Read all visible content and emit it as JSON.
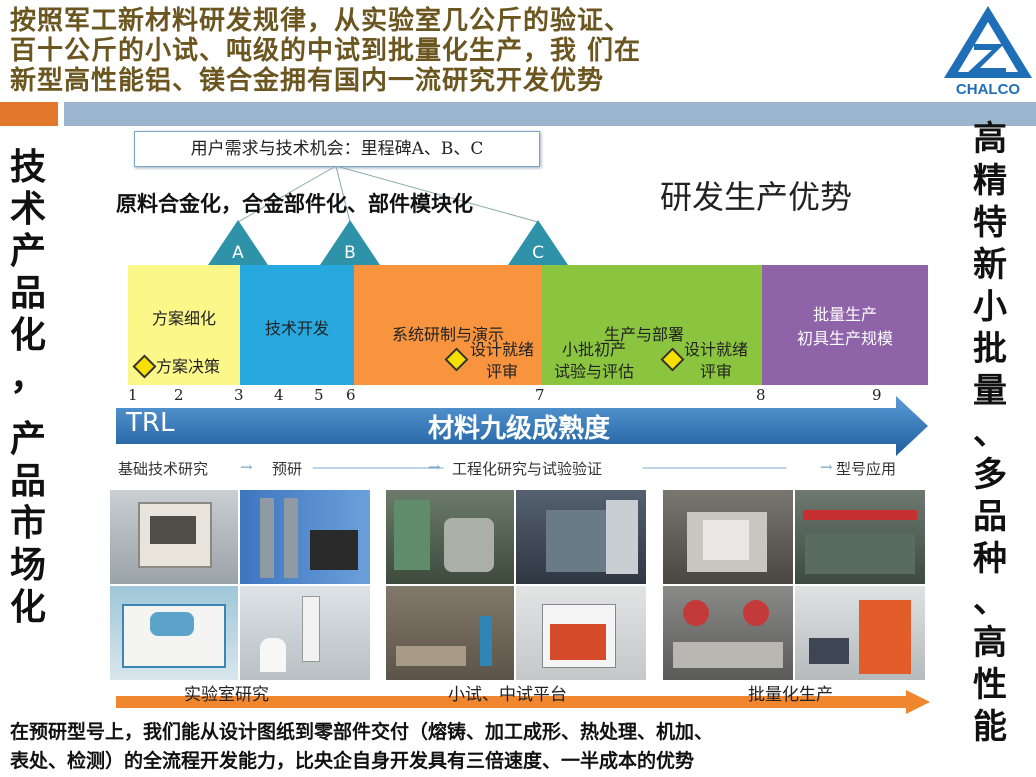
{
  "header": {
    "line1": "按照军工新材料研发规律，从实验室几公斤的验证、",
    "line2": "百十公斤的小试、吨级的中试到批量化生产，我 们在",
    "line3": "新型高性能铝、镁合金拥有国内一流研究开发优势",
    "logo_text": "CHALCO"
  },
  "left_column": [
    "技",
    "术",
    "产",
    "品",
    "化",
    "，",
    "产",
    "品",
    "市",
    "场",
    "化"
  ],
  "right_column": [
    "高",
    "精",
    "特",
    "新",
    "小",
    "批",
    "量",
    "、",
    "多",
    "品",
    "种",
    "、",
    "高",
    "性",
    "能"
  ],
  "milestone_box": "用户需求与技术机会：里程碑A、B、C",
  "subtitle": "原料合金化，合金部件化、部件模块化",
  "advantage_title": "研发生产优势",
  "milestones": [
    "A",
    "B",
    "C"
  ],
  "stages": [
    {
      "title": "方案细化",
      "review": "方案决策"
    },
    {
      "title": "技术开发"
    },
    {
      "title": "系统研制与演示",
      "review_line1": "设计就绪",
      "review_line2": "评审"
    },
    {
      "title": "生产与部署",
      "sub_line1": "小批初产",
      "sub_line2": "试验与评估",
      "review_line1": "设计就绪",
      "review_line2": "评审"
    },
    {
      "title_line1": "批量生产",
      "title_line2": "初具生产规模"
    }
  ],
  "trl_numbers": [
    "1",
    "2",
    "3",
    "4",
    "5",
    "6",
    "7",
    "8",
    "9"
  ],
  "trl": {
    "label": "TRL",
    "title": "材料九级成熟度"
  },
  "phases": [
    "基础技术研究",
    "预研",
    "工程化研究与试验验证",
    "型号应用"
  ],
  "phase_arrows": [
    "→",
    "→",
    "→"
  ],
  "photo_groups": [
    "实验室研究",
    "小试、中试平台",
    "批量化生产"
  ],
  "footer": {
    "line1": "在预研型号上，我们能从设计图纸到零部件交付（熔铸、加工成形、热处理、机加、",
    "line2": "表处、检测）的全流程开发能力，比央企自身开发具有三倍速度、一半成本的优势"
  },
  "colors": {
    "header_text": "#6b5620",
    "orange_bar": "#e2782b",
    "blue_bar": "#9bb5cf",
    "stage1": "#fbf789",
    "stage2": "#27a9e0",
    "stage3": "#f7943d",
    "stage4": "#8bc43f",
    "stage5": "#8e63a8",
    "trl_arrow": "#2e75b6",
    "milestone_marker": "#2e93a8"
  }
}
